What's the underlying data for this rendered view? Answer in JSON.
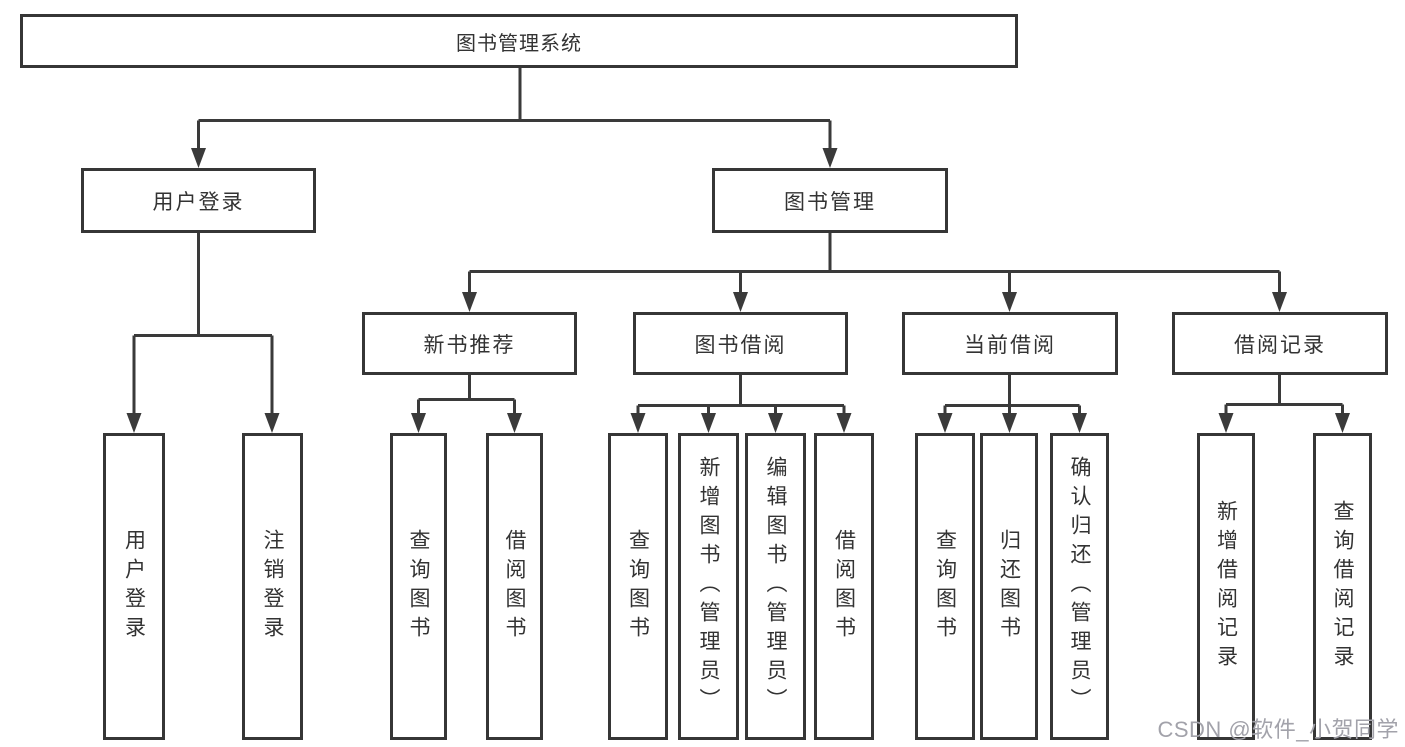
{
  "watermark": "CSDN @软件_小贺同学",
  "colors": {
    "background": "#ffffff",
    "box_border": "#363636",
    "connector_line": "#3a3a3a",
    "text": "#333333",
    "watermark_text": "#a2a2aa"
  },
  "tree": {
    "root": "图书管理系统",
    "user_login": {
      "label": "用户登录",
      "children": {
        "login": "用户登录",
        "logout": "注销登录"
      }
    },
    "book_management": {
      "label": "图书管理",
      "new_books": {
        "label": "新书推荐",
        "children": {
          "query": "查询图书",
          "borrow": "借阅图书"
        }
      },
      "borrowing": {
        "label": "图书借阅",
        "children": {
          "query": "查询图书",
          "add": "新增图书（管理员）",
          "edit": "编辑图书（管理员）",
          "borrow": "借阅图书"
        }
      },
      "current": {
        "label": "当前借阅",
        "children": {
          "query": "查询图书",
          "return": "归还图书",
          "confirm": "确认归还（管理员）"
        }
      },
      "records": {
        "label": "借阅记录",
        "children": {
          "add": "新增借阅记录",
          "query": "查询借阅记录"
        }
      }
    }
  }
}
